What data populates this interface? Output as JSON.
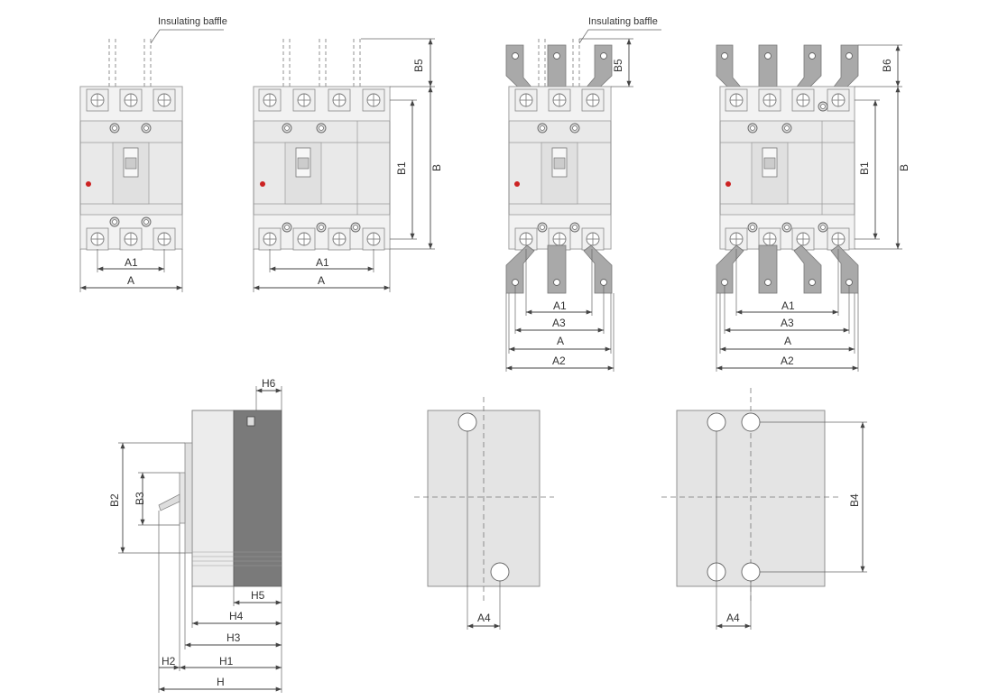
{
  "notes": {
    "baffle1": "Insulating baffle",
    "baffle2": "Insulating baffle"
  },
  "dims": {
    "A": "A",
    "A1": "A1",
    "A2": "A2",
    "A3": "A3",
    "A4": "A4",
    "B": "B",
    "B1": "B1",
    "B2": "B2",
    "B3": "B3",
    "B4": "B4",
    "B5": "B5",
    "B6": "B6",
    "H": "H",
    "H1": "H1",
    "H2": "H2",
    "H3": "H3",
    "H4": "H4",
    "H5": "H5",
    "H6": "H6"
  },
  "colors": {
    "indicator": "#cc2222",
    "dark_cover": "#7a7a7a"
  }
}
